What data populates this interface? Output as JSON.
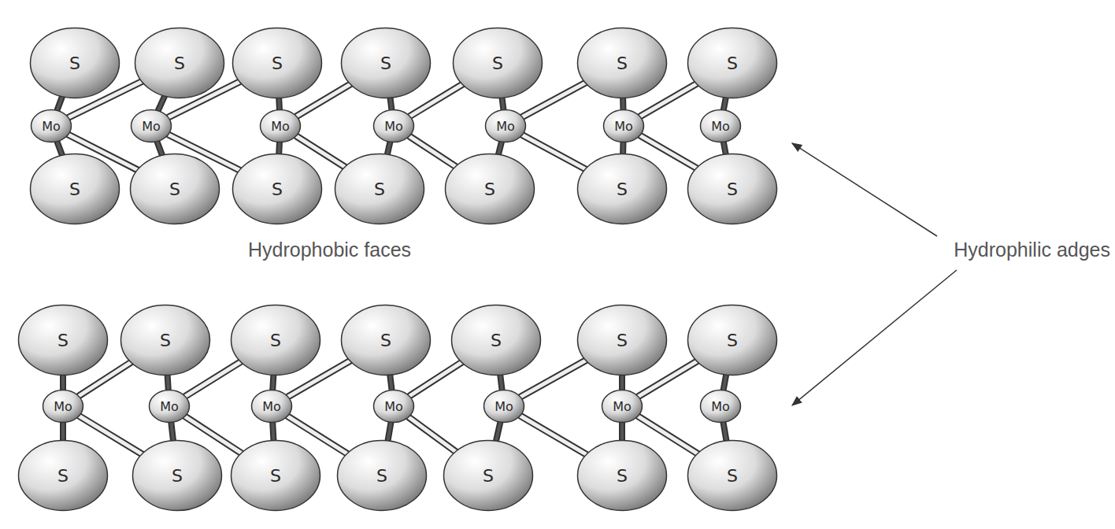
{
  "diagram": {
    "nodes": [
      {
        "text": [
          "S"
        ]
      },
      {
        "text": [
          "S"
        ]
      },
      {
        "text": [
          "S"
        ]
      },
      {
        "text": [
          "S"
        ]
      },
      {
        "text": [
          "S"
        ]
      },
      {
        "text": [
          "S"
        ]
      },
      {
        "text": [
          "S"
        ]
      },
      {
        "text": [
          "Mo"
        ]
      },
      {
        "text": [
          "Mo"
        ]
      },
      {
        "text": [
          "Mo"
        ]
      },
      {
        "text": [
          "Mo"
        ]
      },
      {
        "text": [
          "Mo"
        ]
      },
      {
        "text": [
          "Mo"
        ]
      },
      {
        "text": [
          "Mo"
        ]
      },
      {
        "text": [
          "S"
        ]
      },
      {
        "text": [
          "S"
        ]
      },
      {
        "text": [
          "S"
        ]
      },
      {
        "text": [
          "S"
        ]
      },
      {
        "text": [
          "S"
        ]
      },
      {
        "text": [
          "S"
        ]
      },
      {
        "text": [
          "S"
        ]
      },
      {
        "text": [
          "S"
        ]
      },
      {
        "text": [
          "S"
        ]
      },
      {
        "text": [
          "S"
        ]
      },
      {
        "text": [
          "S"
        ]
      },
      {
        "text": [
          "S"
        ]
      },
      {
        "text": [
          "S"
        ]
      },
      {
        "text": [
          "S"
        ]
      },
      {
        "text": [
          "Mo"
        ]
      },
      {
        "text": [
          "Mo"
        ]
      },
      {
        "text": [
          "Mo"
        ]
      },
      {
        "text": [
          "Mo"
        ]
      },
      {
        "text": [
          "Mo"
        ]
      },
      {
        "text": [
          "Mo"
        ]
      },
      {
        "text": [
          "Mo"
        ]
      },
      {
        "text": [
          "S"
        ]
      },
      {
        "text": [
          "S"
        ]
      },
      {
        "text": [
          "S"
        ]
      },
      {
        "text": [
          "S"
        ]
      },
      {
        "text": [
          "S"
        ]
      },
      {
        "text": [
          "S"
        ]
      },
      {
        "text": [
          "S"
        ]
      }
    ],
    "edges": [
      {
        "from": 7,
        "to": 0,
        "arrow": "none"
      },
      {
        "from": 7,
        "to": 14,
        "arrow": "none"
      },
      {
        "from": 8,
        "to": 1,
        "arrow": "none"
      },
      {
        "from": 8,
        "to": 15,
        "arrow": "none"
      },
      {
        "from": 9,
        "to": 2,
        "arrow": "none"
      },
      {
        "from": 9,
        "to": 16,
        "arrow": "none"
      },
      {
        "from": 10,
        "to": 3,
        "arrow": "none"
      },
      {
        "from": 10,
        "to": 17,
        "arrow": "none"
      },
      {
        "from": 11,
        "to": 4,
        "arrow": "none"
      },
      {
        "from": 11,
        "to": 18,
        "arrow": "none"
      },
      {
        "from": 12,
        "to": 5,
        "arrow": "none"
      },
      {
        "from": 12,
        "to": 19,
        "arrow": "none"
      },
      {
        "from": 13,
        "to": 6,
        "arrow": "none"
      },
      {
        "from": 13,
        "to": 20,
        "arrow": "none"
      },
      {
        "from": 7,
        "to": 1,
        "arrow": "none"
      },
      {
        "from": 7,
        "to": 15,
        "arrow": "none"
      },
      {
        "from": 8,
        "to": 2,
        "arrow": "none"
      },
      {
        "from": 8,
        "to": 16,
        "arrow": "none"
      },
      {
        "from": 9,
        "to": 3,
        "arrow": "none"
      },
      {
        "from": 9,
        "to": 17,
        "arrow": "none"
      },
      {
        "from": 10,
        "to": 4,
        "arrow": "none"
      },
      {
        "from": 10,
        "to": 18,
        "arrow": "none"
      },
      {
        "from": 11,
        "to": 5,
        "arrow": "none"
      },
      {
        "from": 11,
        "to": 19,
        "arrow": "none"
      },
      {
        "from": 12,
        "to": 6,
        "arrow": "none"
      },
      {
        "from": 12,
        "to": 20,
        "arrow": "none"
      },
      {
        "from": 28,
        "to": 21,
        "arrow": "none"
      },
      {
        "from": 28,
        "to": 35,
        "arrow": "none"
      },
      {
        "from": 29,
        "to": 22,
        "arrow": "none"
      },
      {
        "from": 29,
        "to": 36,
        "arrow": "none"
      },
      {
        "from": 30,
        "to": 23,
        "arrow": "none"
      },
      {
        "from": 30,
        "to": 37,
        "arrow": "none"
      },
      {
        "from": 31,
        "to": 24,
        "arrow": "none"
      },
      {
        "from": 31,
        "to": 38,
        "arrow": "none"
      },
      {
        "from": 32,
        "to": 25,
        "arrow": "none"
      },
      {
        "from": 32,
        "to": 39,
        "arrow": "none"
      },
      {
        "from": 33,
        "to": 26,
        "arrow": "none"
      },
      {
        "from": 33,
        "to": 40,
        "arrow": "none"
      },
      {
        "from": 34,
        "to": 27,
        "arrow": "none"
      },
      {
        "from": 34,
        "to": 41,
        "arrow": "none"
      },
      {
        "from": 28,
        "to": 22,
        "arrow": "none"
      },
      {
        "from": 28,
        "to": 36,
        "arrow": "none"
      },
      {
        "from": 29,
        "to": 23,
        "arrow": "none"
      },
      {
        "from": 29,
        "to": 37,
        "arrow": "none"
      },
      {
        "from": 30,
        "to": 24,
        "arrow": "none"
      },
      {
        "from": 30,
        "to": 38,
        "arrow": "none"
      },
      {
        "from": 31,
        "to": 25,
        "arrow": "none"
      },
      {
        "from": 31,
        "to": 39,
        "arrow": "none"
      },
      {
        "from": 32,
        "to": 26,
        "arrow": "none"
      },
      {
        "from": 32,
        "to": 40,
        "arrow": "none"
      },
      {
        "from": 33,
        "to": 27,
        "arrow": "none"
      },
      {
        "from": 33,
        "to": 41,
        "arrow": "none"
      }
    ],
    "labels": [
      "Hydrophobic faces",
      "Hydrophilic adges"
    ]
  }
}
